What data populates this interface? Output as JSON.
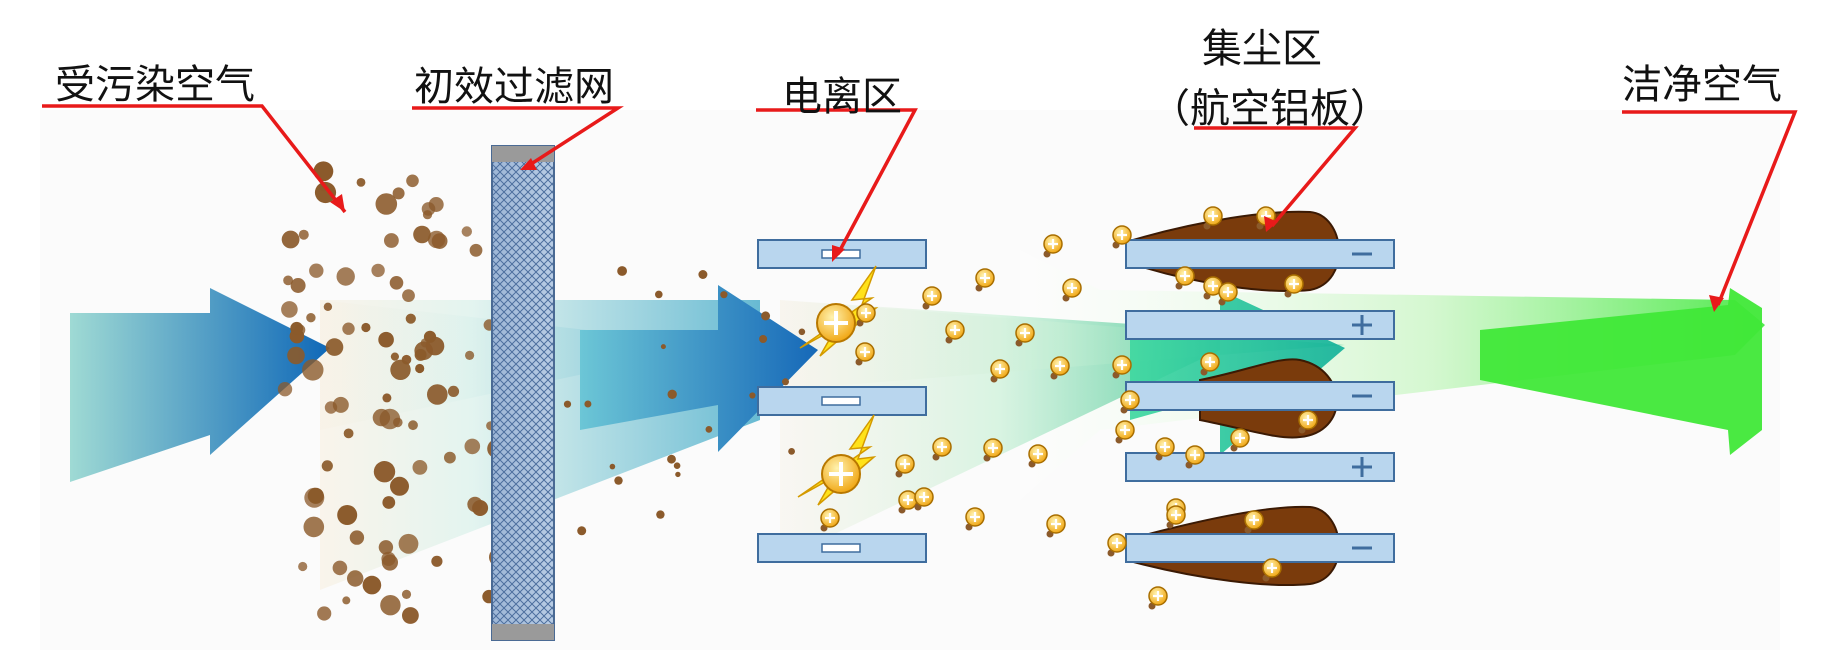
{
  "labels": {
    "polluted_air": "受污染空气",
    "pre_filter": "初效过滤网",
    "ionization_zone": "电离区",
    "collection_zone": "集尘区",
    "collection_zone_sub": "（航空铝板）",
    "clean_air": "洁净空气"
  },
  "symbols": {
    "minus": "−",
    "plus": "+"
  },
  "colors": {
    "pointer_line": "#e81a1a",
    "particle": "#8b5a2b",
    "plate_fill": "#b9d6ee",
    "plate_border": "#3f6d9e",
    "collected_dust": "#7a3b0c",
    "spark": "#ffe21a",
    "charged_particle": "#f5b41a",
    "filter_mesh": "#6f8fb8"
  }
}
